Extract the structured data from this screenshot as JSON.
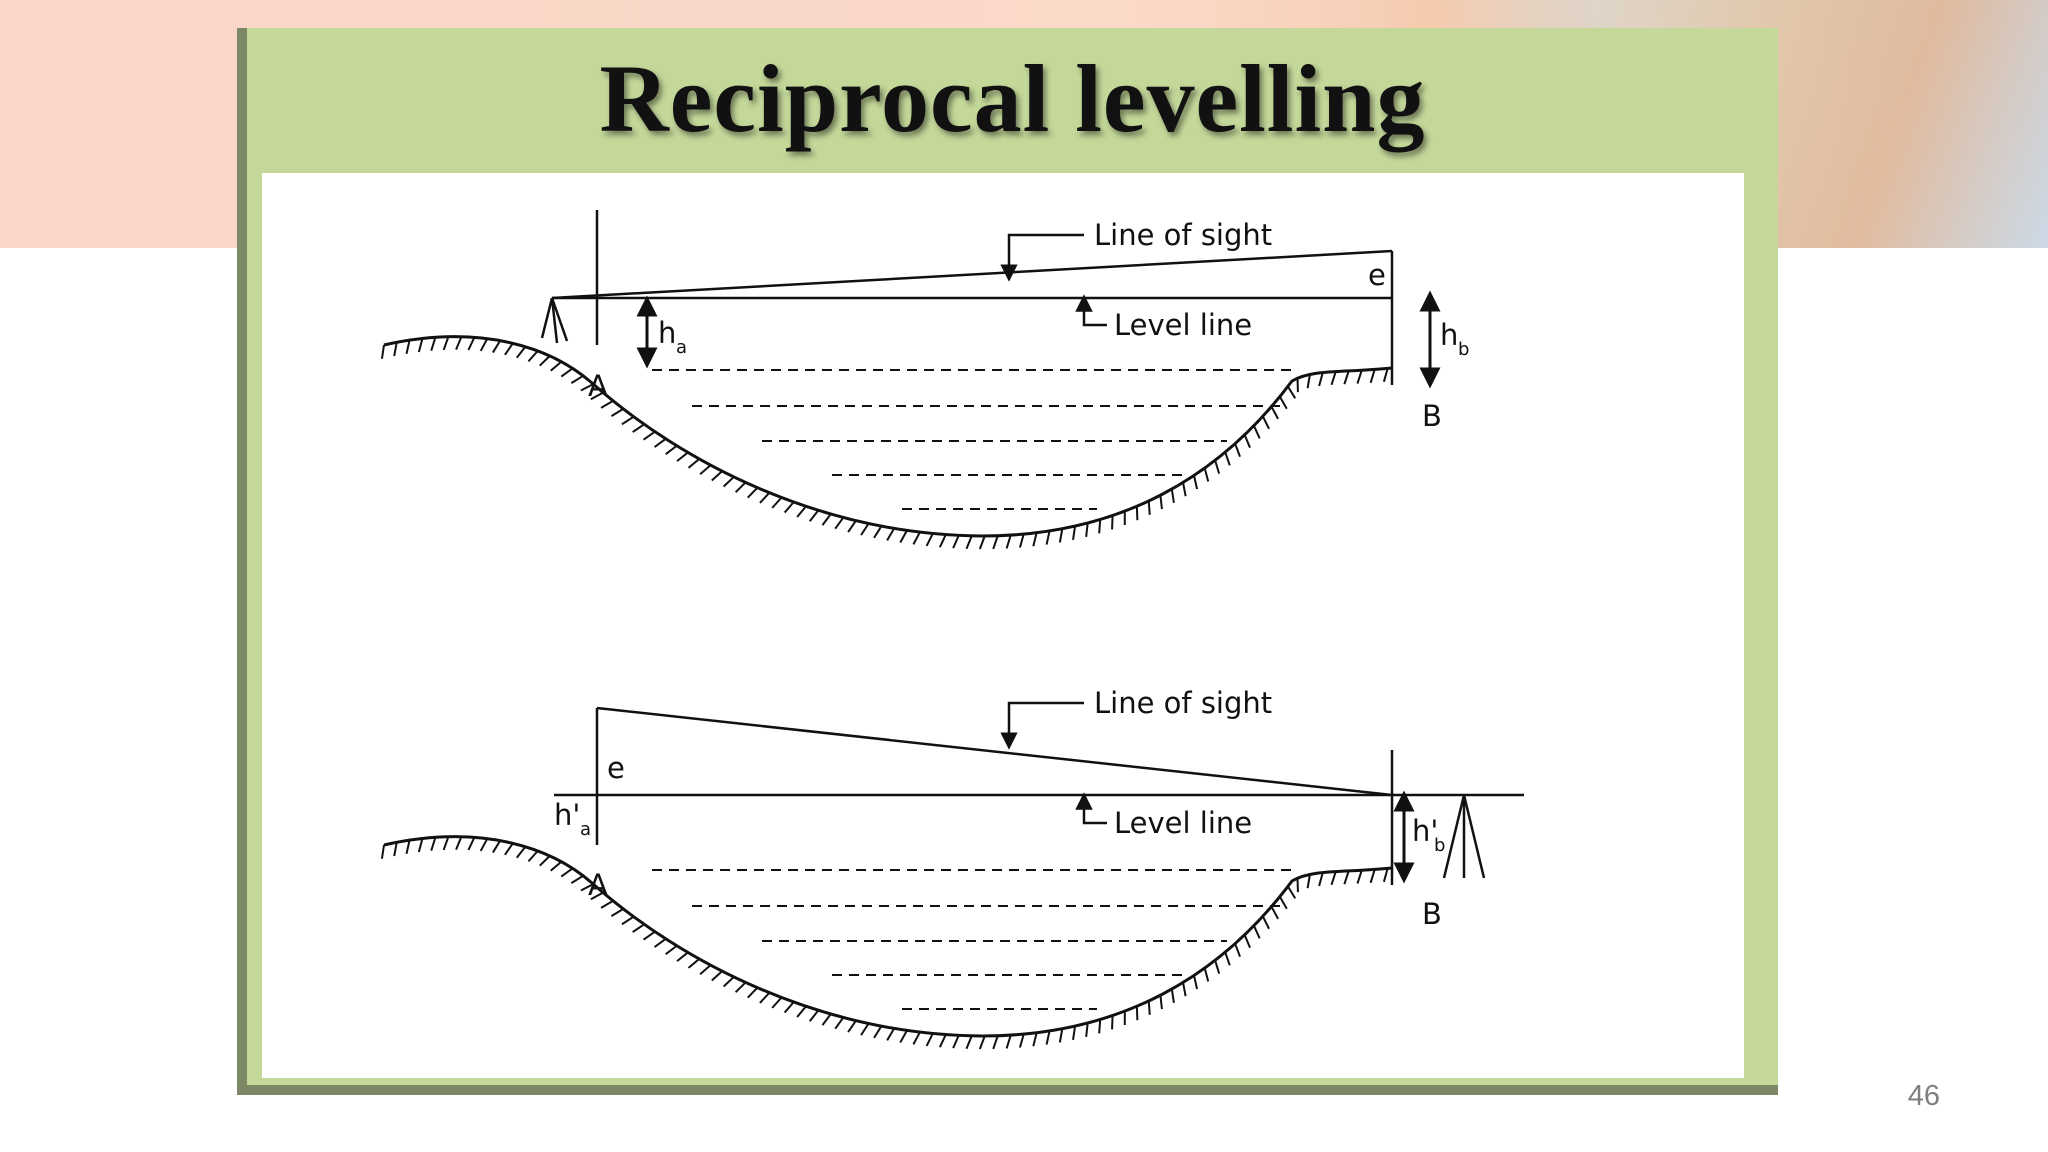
{
  "slide": {
    "title": "Reciprocal levelling",
    "page_number": "46"
  },
  "diagram_top": {
    "line_of_sight": "Line of sight",
    "level_line": "Level line",
    "error_label": "e",
    "point_a": "A",
    "point_b": "B",
    "height_a": "h",
    "height_a_sub": "a",
    "height_b": "h",
    "height_b_sub": "b"
  },
  "diagram_bottom": {
    "line_of_sight": "Line of sight",
    "level_line": "Level line",
    "error_label": "e",
    "point_a": "A",
    "point_b": "B",
    "height_a": "h'",
    "height_a_sub": "a",
    "height_b": "h'",
    "height_b_sub": "b"
  }
}
